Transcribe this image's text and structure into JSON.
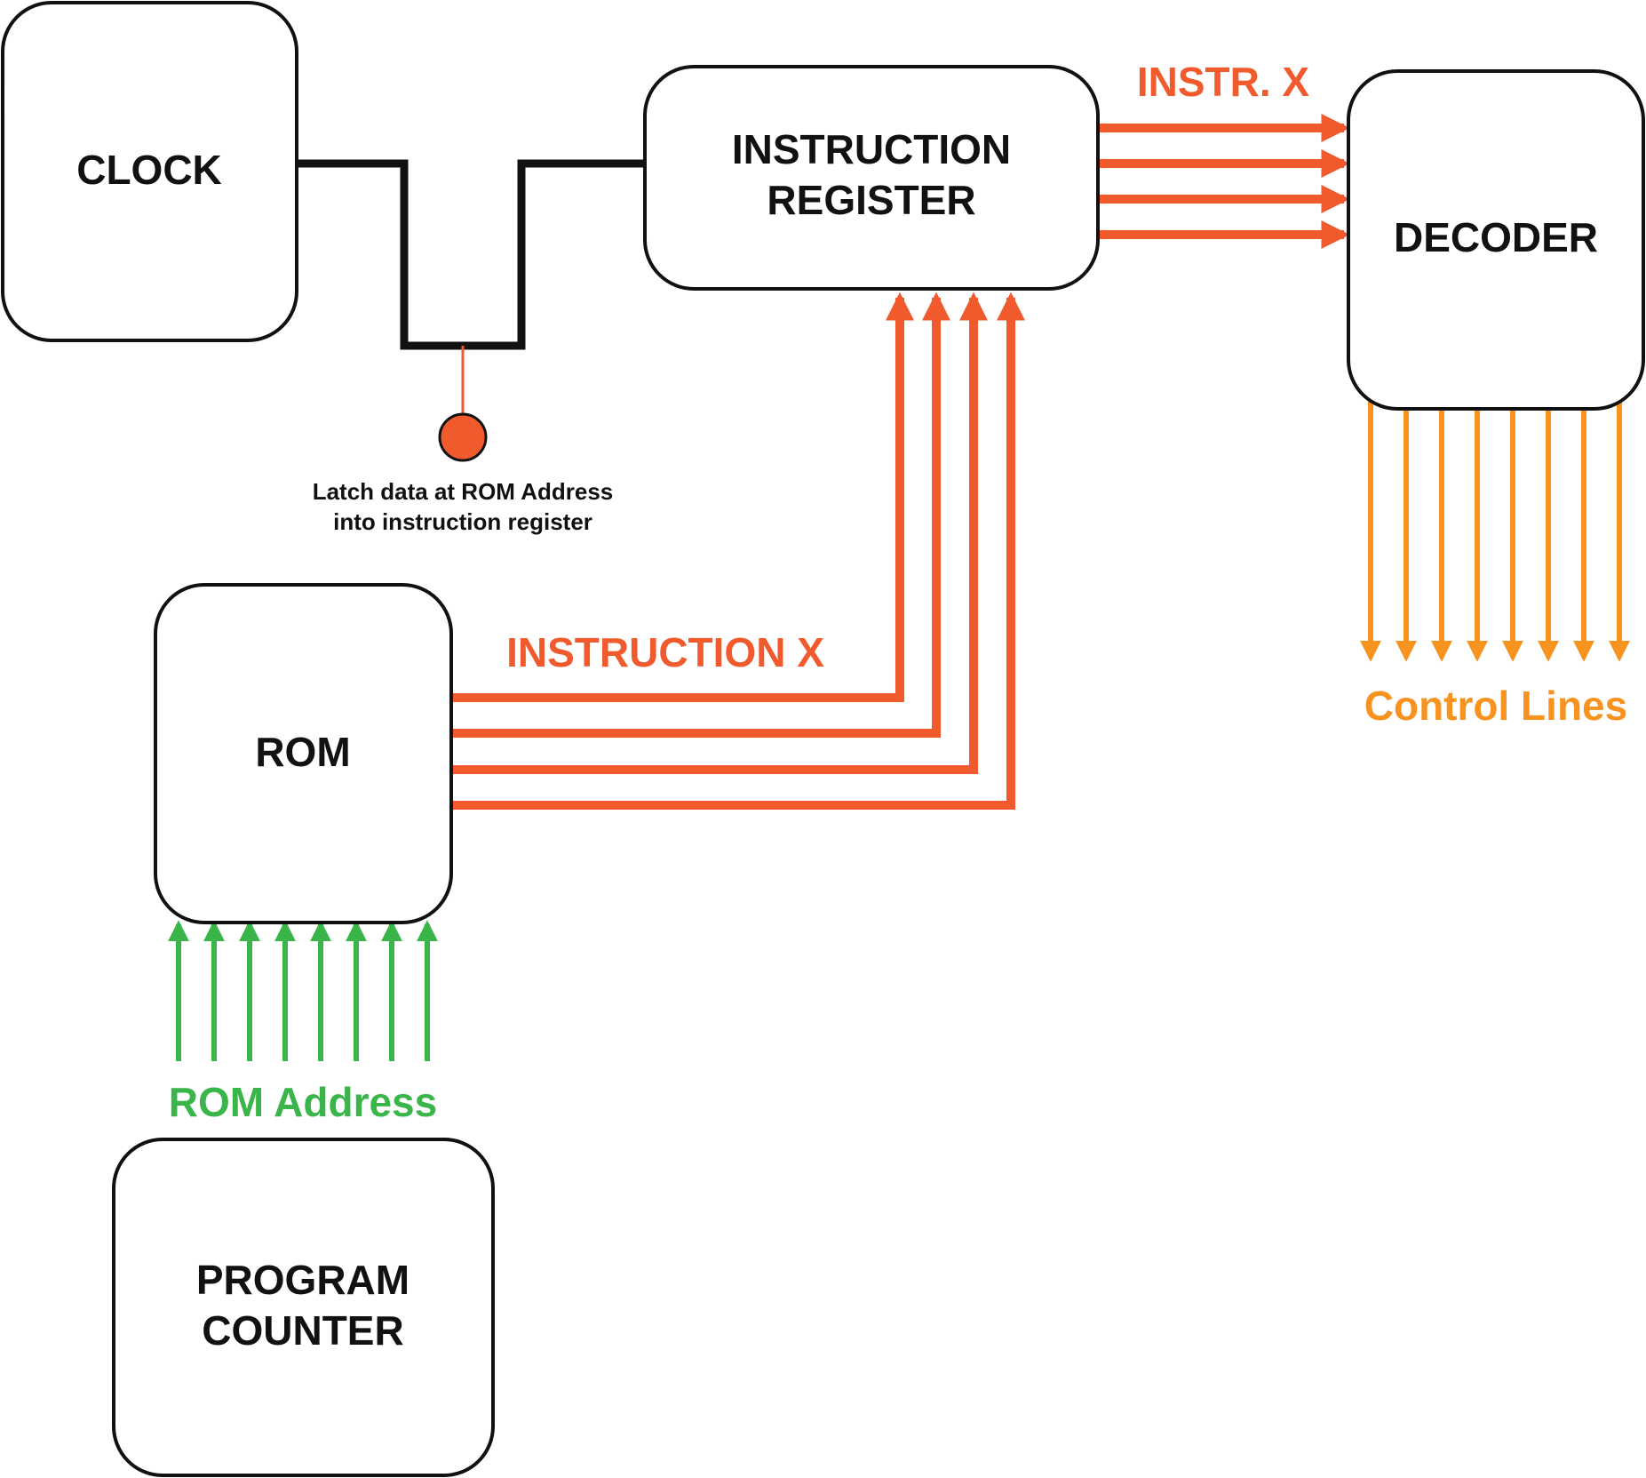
{
  "blocks": {
    "clock": "CLOCK",
    "instruction_register": [
      "INSTRUCTION",
      "REGISTER"
    ],
    "decoder": "DECODER",
    "rom": "ROM",
    "program_counter": [
      "PROGRAM",
      "COUNTER"
    ]
  },
  "labels": {
    "instr_short": "INSTR. X",
    "instruction_x": "INSTRUCTION X",
    "control_lines": "Control Lines",
    "rom_address": "ROM Address"
  },
  "note": [
    "Latch data at ROM Address",
    "into instruction register"
  ],
  "colors": {
    "instruction_bus": "#f05a2d",
    "control_lines": "#f7931e",
    "rom_address": "#39b54a",
    "clock_wire": "#111111"
  }
}
